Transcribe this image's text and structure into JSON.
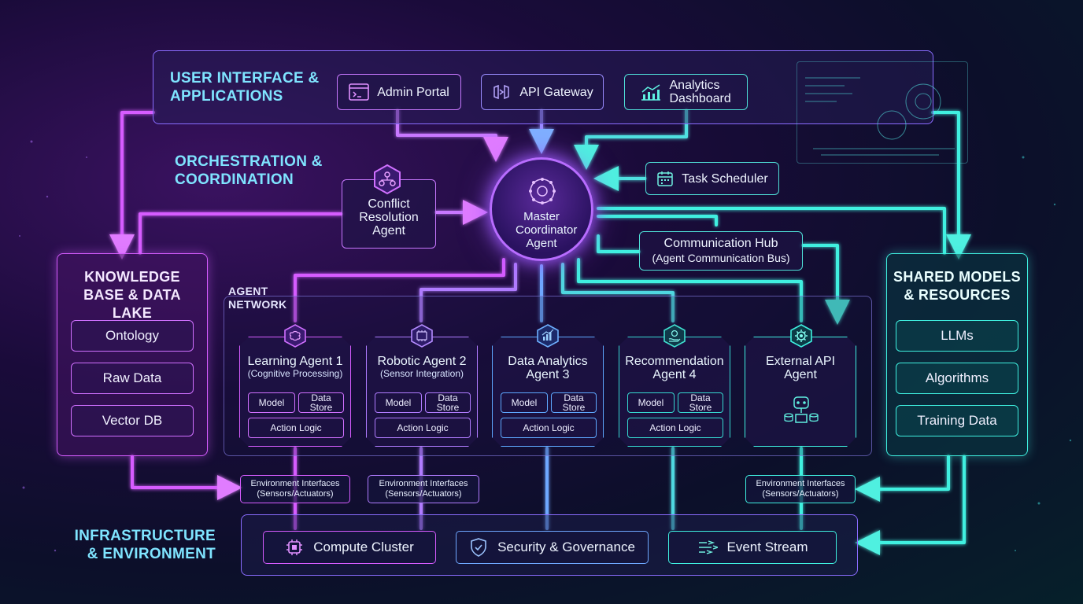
{
  "sections": {
    "ui": "USER INTERFACE & APPLICATIONS",
    "orchestration": "ORCHESTRATION & COORDINATION",
    "knowledge": "KNOWLEDGE BASE & DATA LAKE",
    "shared": "SHARED MODELS & RESOURCES",
    "agent_network": "AGENT NETWORK",
    "infra": "INFRASTRUCTURE & ENVIRONMENT"
  },
  "ui_apps": [
    {
      "label": "Admin Portal",
      "icon": "terminal-icon"
    },
    {
      "label": "API Gateway",
      "icon": "gateway-icon"
    },
    {
      "label": "Analytics Dashboard",
      "icon": "line-chart-icon"
    }
  ],
  "orchestration": {
    "conflict": "Conflict Resolution Agent",
    "coordinator": "Master Coordinator Agent",
    "scheduler": "Task Scheduler",
    "hub_title": "Communication Hub",
    "hub_sub": "(Agent Communication Bus)"
  },
  "knowledge_items": [
    "Ontology",
    "Raw Data",
    "Vector DB"
  ],
  "shared_items": [
    "LLMs",
    "Algorithms",
    "Training Data"
  ],
  "agents": [
    {
      "title": "Learning Agent 1",
      "sub": "(Cognitive Processing)",
      "model": "Model",
      "store": "Data Store",
      "logic": "Action Logic",
      "icon": "brain-icon"
    },
    {
      "title": "Robotic Agent 2",
      "sub": "(Sensor Integration)",
      "model": "Model",
      "store": "Data Store",
      "logic": "Action Logic",
      "icon": "chip-icon"
    },
    {
      "title": "Data Analytics Agent 3",
      "sub": "",
      "model": "Model",
      "store": "Data Store",
      "logic": "Action Logic",
      "icon": "bar-chart-icon"
    },
    {
      "title": "Recommendation Agent 4",
      "sub": "",
      "model": "Model",
      "store": "Data Store",
      "logic": "Action Logic",
      "icon": "hand-gear-icon"
    },
    {
      "title": "External API Agent",
      "sub": "",
      "icon": "gear-icon"
    }
  ],
  "env_interfaces": [
    {
      "title": "Environment Interfaces",
      "sub": "(Sensors/Actuators)"
    },
    {
      "title": "Environment Interfaces",
      "sub": "(Sensors/Actuators)"
    },
    {
      "title": "Environment Interfaces",
      "sub": "(Sensors/Actuators)"
    }
  ],
  "infra_items": [
    {
      "label": "Compute Cluster",
      "icon": "cpu-icon"
    },
    {
      "label": "Security & Governance",
      "icon": "shield-icon"
    },
    {
      "label": "Event Stream",
      "icon": "stream-icon"
    }
  ],
  "colors": {
    "magenta": "#d65cff",
    "violet": "#9a7cff",
    "blue": "#5ea8ff",
    "teal": "#36e0d0",
    "cyan": "#3ff0e0"
  }
}
